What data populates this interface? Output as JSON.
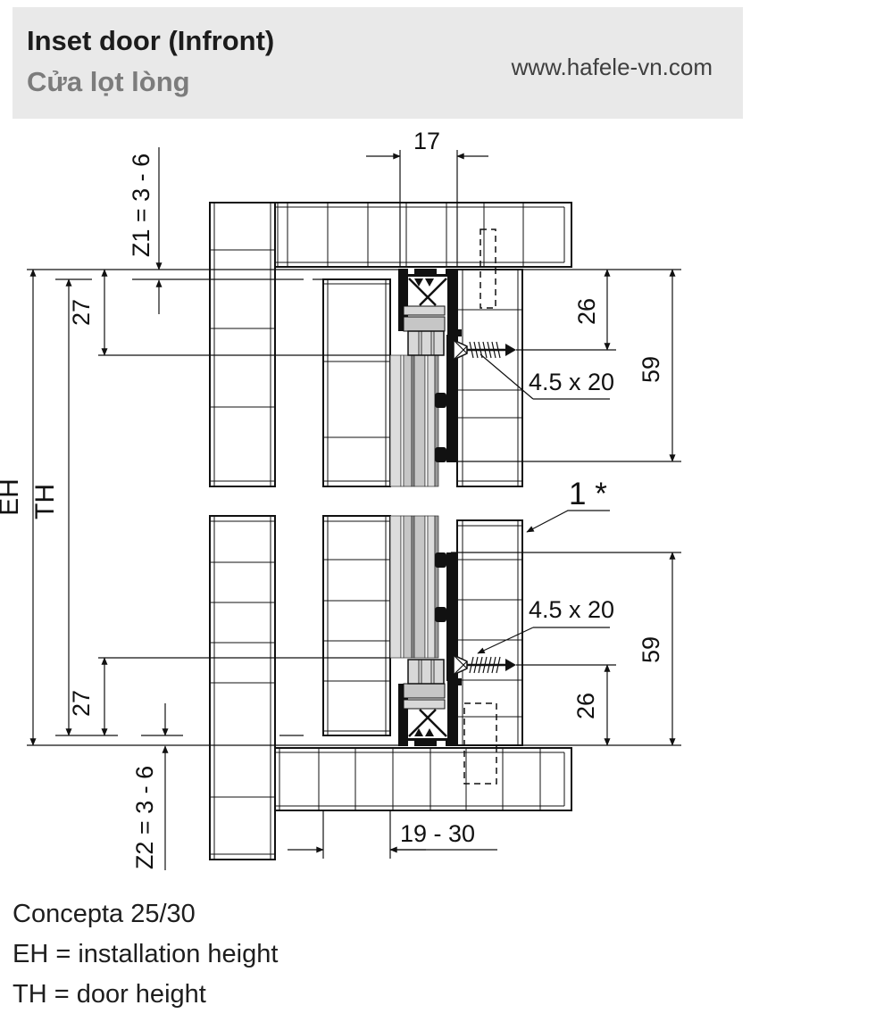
{
  "header": {
    "title": "Inset door (Infront)",
    "subtitle": "Cửa lọt lòng",
    "website": "www.hafele-vn.com"
  },
  "diagram": {
    "dimensions": {
      "track_width": "17",
      "gap_top": "Z1 = 3 - 6",
      "profile_height_top": "27",
      "screw_offset_top": "26",
      "rail_offset_top": "59",
      "screw_spec_top": "4.5 x 20",
      "installation_height_label": "EH",
      "door_height_label": "TH",
      "note_marker": "1 *",
      "screw_spec_bottom": "4.5 x 20",
      "rail_offset_bottom": "59",
      "screw_offset_bottom": "26",
      "profile_height_bottom": "27",
      "gap_bottom": "Z2 = 3 - 6",
      "door_thickness_range": "19 - 30"
    }
  },
  "footer": {
    "product": "Concepta 25/30",
    "eh_legend": "EH = installation height",
    "th_legend": "TH = door height"
  }
}
